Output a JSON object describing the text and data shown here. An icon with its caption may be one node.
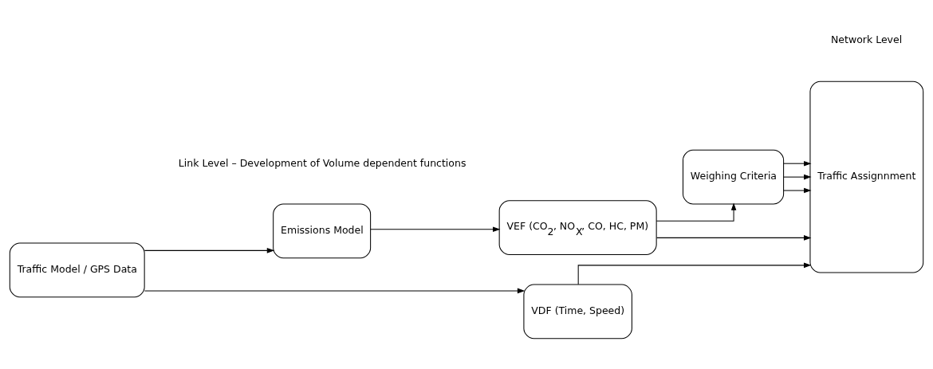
{
  "diagram": {
    "nodes": [
      {
        "text": [
          "Traffic Model / GPS Data"
        ]
      },
      {
        "text": [
          "Emissions Model"
        ]
      },
      {
        "text": [
          "VEF (CO$_{2}$, NO$_{X}$, CO, HC, PM)"
        ]
      },
      {
        "text": [
          "VDF (Time, Speed)"
        ]
      },
      {
        "text": [
          "Weighing Criteria"
        ]
      },
      {
        "text": [
          "Traffic Assignnment"
        ]
      }
    ],
    "edges": [
      {
        "from": 0,
        "to": 3,
        "arrow": "to"
      },
      {
        "from": 0,
        "to": 1,
        "arrow": "to"
      },
      {
        "from": 1,
        "to": 2,
        "arrow": "to"
      },
      {
        "from": 2,
        "to": 4,
        "arrow": "to"
      },
      {
        "from": 3,
        "to": 5,
        "arrow": "to"
      },
      {
        "from": 4,
        "to": 5,
        "arrow": "to"
      },
      {
        "from": 4,
        "to": 5,
        "arrow": "to"
      },
      {
        "from": 2,
        "to": 5,
        "arrow": "to"
      },
      {
        "from": 4,
        "to": 5,
        "arrow": "to"
      }
    ],
    "labels": [
      "Link Level – Development of Volume dependent functions",
      "Network Level"
    ]
  }
}
